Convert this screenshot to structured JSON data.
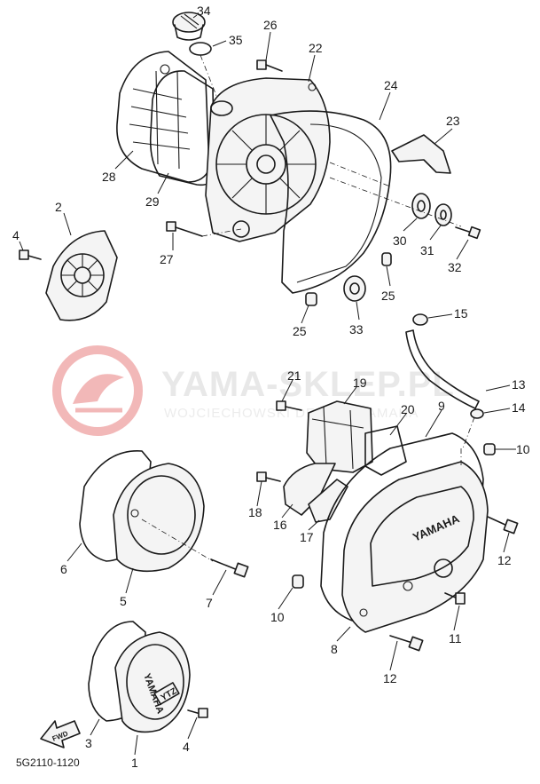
{
  "watermark": {
    "brand": "YAMA-SKLEP.PL",
    "subtitle": "WOJCIECHOWSKI DEALER YAMAHA",
    "logo": "yama-sklep-logo-watermark"
  },
  "diagram_code": "5G2110-1120",
  "fwd_label": "FWD",
  "brand_mark": "YAMAHA",
  "cover_badge": "YTZ",
  "callouts": {
    "c1": "1",
    "c2": "2",
    "c3": "3",
    "c4a": "4",
    "c4b": "4",
    "c5": "5",
    "c6": "6",
    "c7": "7",
    "c8": "8",
    "c9": "9",
    "c10a": "10",
    "c10b": "10",
    "c11": "11",
    "c12a": "12",
    "c12b": "12",
    "c13": "13",
    "c14": "14",
    "c15": "15",
    "c16": "16",
    "c17": "17",
    "c18": "18",
    "c19": "19",
    "c20": "20",
    "c21": "21",
    "c22": "22",
    "c23": "23",
    "c24": "24",
    "c25a": "25",
    "c25b": "25",
    "c26": "26",
    "c27": "27",
    "c28": "28",
    "c29": "29",
    "c30": "30",
    "c31": "31",
    "c32": "32",
    "c33": "33",
    "c34": "34",
    "c35": "35"
  },
  "colors": {
    "ink": "#1a1a1a",
    "watermark_logo": "#f2b8b8"
  }
}
